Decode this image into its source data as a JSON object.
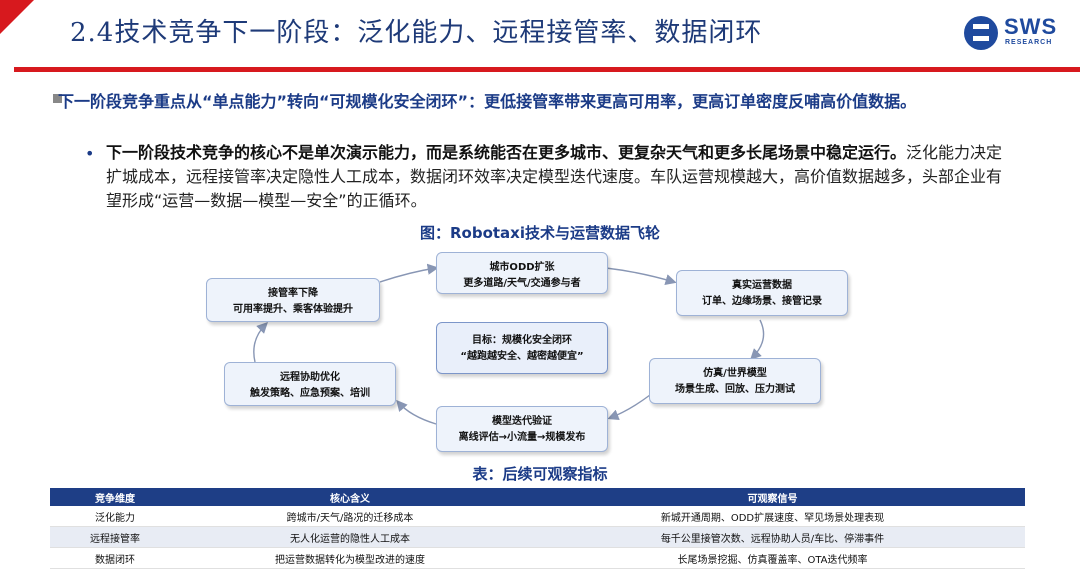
{
  "header": {
    "title": "2.4技术竞争下一阶段：泛化能力、远程接管率、数据闭环",
    "logo_text": "SWS",
    "logo_sub": "RESEARCH"
  },
  "bullets": {
    "main": "下一阶段竞争重点从“单点能力”转向“可规模化安全闭环”：更低接管率带来更高可用率，更高订单密度反哺高价值数据。",
    "sub_bold": "下一阶段技术竞争的核心不是单次演示能力，而是系统能否在更多城市、更复杂天气和更多长尾场景中稳定运行。",
    "sub_rest": "泛化能力决定扩城成本，远程接管率决定隐性人工成本，数据闭环效率决定模型迭代速度。车队运营规模越大，高价值数据越多，头部企业有望形成“运营—数据—模型—安全”的正循环。"
  },
  "figure": {
    "caption": "图：Robotaxi技术与运营数据飞轮",
    "center": {
      "line1": "目标：规模化安全闭环",
      "line2": "“越跑越安全、越密越便宜”"
    },
    "nodes": [
      {
        "line1": "城市ODD扩张",
        "line2": "更多道路/天气/交通参与者"
      },
      {
        "line1": "真实运营数据",
        "line2": "订单、边缘场景、接管记录"
      },
      {
        "line1": "仿真/世界模型",
        "line2": "场景生成、回放、压力测试"
      },
      {
        "line1": "模型迭代验证",
        "line2": "离线评估→小流量→规模发布"
      },
      {
        "line1": "远程协助优化",
        "line2": "触发策略、应急预案、培训"
      },
      {
        "line1": "接管率下降",
        "line2": "可用率提升、乘客体验提升"
      }
    ]
  },
  "table": {
    "caption": "表：后续可观察指标",
    "headers": [
      "竞争维度",
      "核心含义",
      "可观察信号"
    ],
    "rows": [
      [
        "泛化能力",
        "跨城市/天气/路况的迁移成本",
        "新城开通周期、ODD扩展速度、罕见场景处理表现"
      ],
      [
        "远程接管率",
        "无人化运营的隐性人工成本",
        "每千公里接管次数、远程协助人员/车比、停滞事件"
      ],
      [
        "数据闭环",
        "把运营数据转化为模型改进的速度",
        "长尾场景挖掘、仿真覆盖率、OTA迭代频率"
      ]
    ]
  },
  "colors": {
    "brand_red": "#d7191e",
    "brand_blue": "#1b3b87",
    "table_header": "#1e3e86"
  }
}
